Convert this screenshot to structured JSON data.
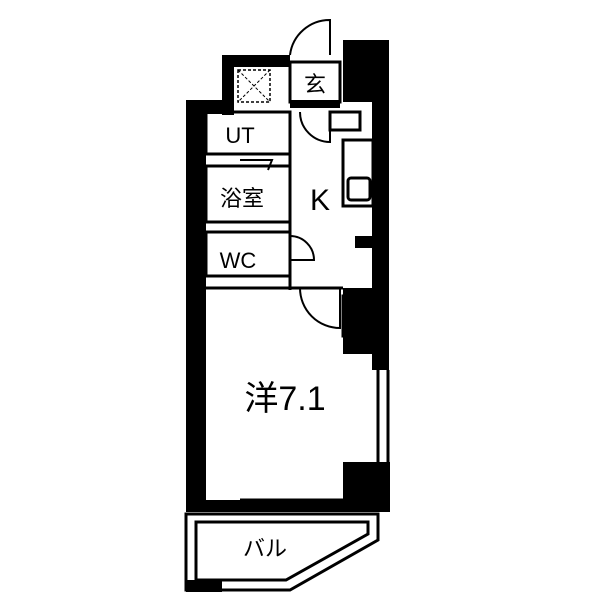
{
  "floor_plan": {
    "rooms": {
      "entrance": "玄",
      "utility": "UT",
      "bathroom": "浴室",
      "kitchen": "K",
      "toilet": "WC",
      "western_room": "洋7.1",
      "balcony": "バル"
    },
    "colors": {
      "wall": "#000000",
      "background": "#ffffff"
    }
  }
}
